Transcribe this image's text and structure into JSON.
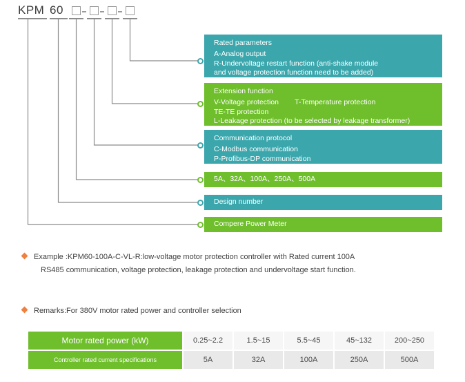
{
  "model_code": {
    "prefix": "KPM",
    "series": "60",
    "separator": "-",
    "slot_count": 4
  },
  "callouts": [
    {
      "id": "rated-parameters",
      "color": "teal",
      "color_hex": "#3BA7AD",
      "title": "Rated parameters",
      "lines": [
        "A-Analog output",
        "R-Undervoltage restart function (anti-shake module",
        "and voltage protection function need to be added)"
      ]
    },
    {
      "id": "extension-function",
      "color": "green",
      "color_hex": "#6FBE2C",
      "title": "Extension function",
      "lines": [
        "V-Voltage protection        T-Temperature protection",
        "TE-TE protection",
        "L-Leakage protection (to be selected by leakage transformer)"
      ]
    },
    {
      "id": "communication-protocol",
      "color": "teal",
      "color_hex": "#3BA7AD",
      "title": "Communication protocol",
      "lines": [
        "C-Modbus communication",
        "P-Profibus-DP communication"
      ]
    },
    {
      "id": "current-ratings",
      "color": "green",
      "color_hex": "#6FBE2C",
      "title": "5A、32A、100A、250A、500A",
      "lines": []
    },
    {
      "id": "design-number",
      "color": "teal",
      "color_hex": "#3BA7AD",
      "title": "Design number",
      "lines": []
    },
    {
      "id": "compere-power-meter",
      "color": "green",
      "color_hex": "#6FBE2C",
      "title": "Compere Power Meter",
      "lines": []
    }
  ],
  "notes": [
    {
      "id": "example",
      "bullet_color": "#F08040",
      "line1": "Example :KPM60-100A-C-VL-R:low-voltage motor protection controller with Rated current 100A",
      "line2": "RS485 communication, voltage protection, leakage protection and undervoltage start function."
    },
    {
      "id": "remarks",
      "bullet_color": "#F08040",
      "line1": "Remarks:For 380V motor rated power and controller selection",
      "line2": ""
    }
  ],
  "spec_table": {
    "rows": [
      {
        "header": "Motor rated power (kW)",
        "values": [
          "0.25~2.2",
          "1.5~15",
          "5.5~45",
          "45~132",
          "200~250"
        ]
      },
      {
        "header": "Controller rated current specifications",
        "values": [
          "5A",
          "32A",
          "100A",
          "250A",
          "500A"
        ]
      }
    ]
  }
}
